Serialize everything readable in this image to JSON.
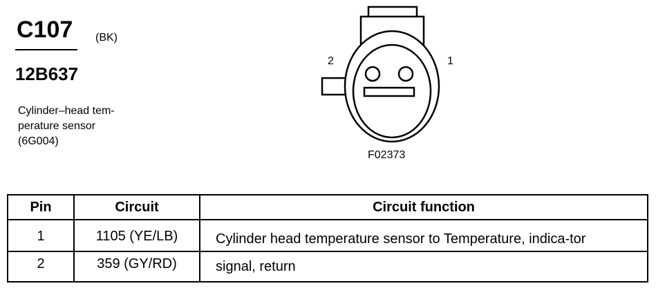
{
  "connector": {
    "id": "C107",
    "color_code": "(BK)",
    "part_number": "12B637",
    "description_lines": [
      "Cylinder–head tem-",
      "perature sensor",
      "(6G004)"
    ]
  },
  "diagram": {
    "pin_label_left": "2",
    "pin_label_right": "1",
    "figure_id": "F02373"
  },
  "table": {
    "headers": [
      "Pin",
      "Circuit",
      "Circuit function"
    ],
    "rows": [
      {
        "pin": "1",
        "circuit": "1105 (YE/LB)",
        "function": "Cylinder head temperature sensor to Temperature, indica-tor"
      },
      {
        "pin": "2",
        "circuit": "359 (GY/RD)",
        "function": "signal, return"
      }
    ]
  }
}
